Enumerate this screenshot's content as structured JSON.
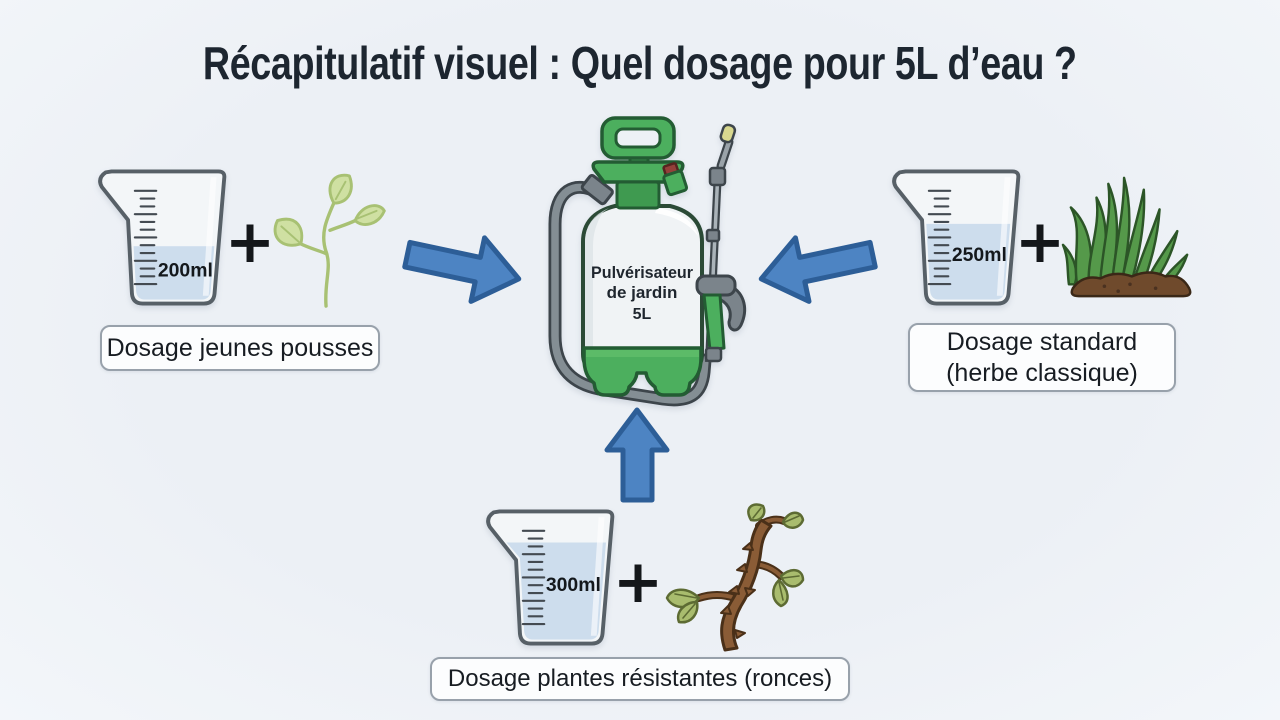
{
  "title": "Récapitulatif visuel : Quel dosage pour 5L d’eau ?",
  "sprayer": {
    "label_line1": "Pulvérisateur",
    "label_line2": "de jardin",
    "label_line3": "5L"
  },
  "dosages": {
    "left": {
      "volume": "200ml",
      "plus": "+",
      "label": "Dosage jeunes pousses"
    },
    "right": {
      "volume": "250ml",
      "plus": "+",
      "label_line1": "Dosage standard",
      "label_line2": "(herbe classique)"
    },
    "bottom": {
      "volume": "300ml",
      "plus": "+",
      "label": "Dosage plantes résistantes (ronces)"
    }
  },
  "icons": {
    "left_plant": "seedling-icon",
    "right_plant": "grass-icon",
    "bottom_plant": "bramble-icon",
    "center": "garden-sprayer-icon",
    "arrows": [
      "arrow-right-icon",
      "arrow-left-icon",
      "arrow-up-icon"
    ]
  },
  "colors": {
    "background": "#edf1f6",
    "arrow_fill": "#4d84c3",
    "arrow_border": "#2d5e97",
    "sprayer_green": "#4caf5e",
    "sprayer_green_dark": "#235c33",
    "water_blue": "#cddded",
    "glass_outline": "#576067",
    "label_border": "#98a1ab",
    "label_bg": "#fcfdfe",
    "text_dark": "#1d2630",
    "soil_brown": "#6f4a2c",
    "grass_green": "#55994a",
    "seedling_green": "#cfe0a2",
    "bramble_stem": "#8a5c36",
    "bramble_leaf": "#a9bc6e"
  }
}
